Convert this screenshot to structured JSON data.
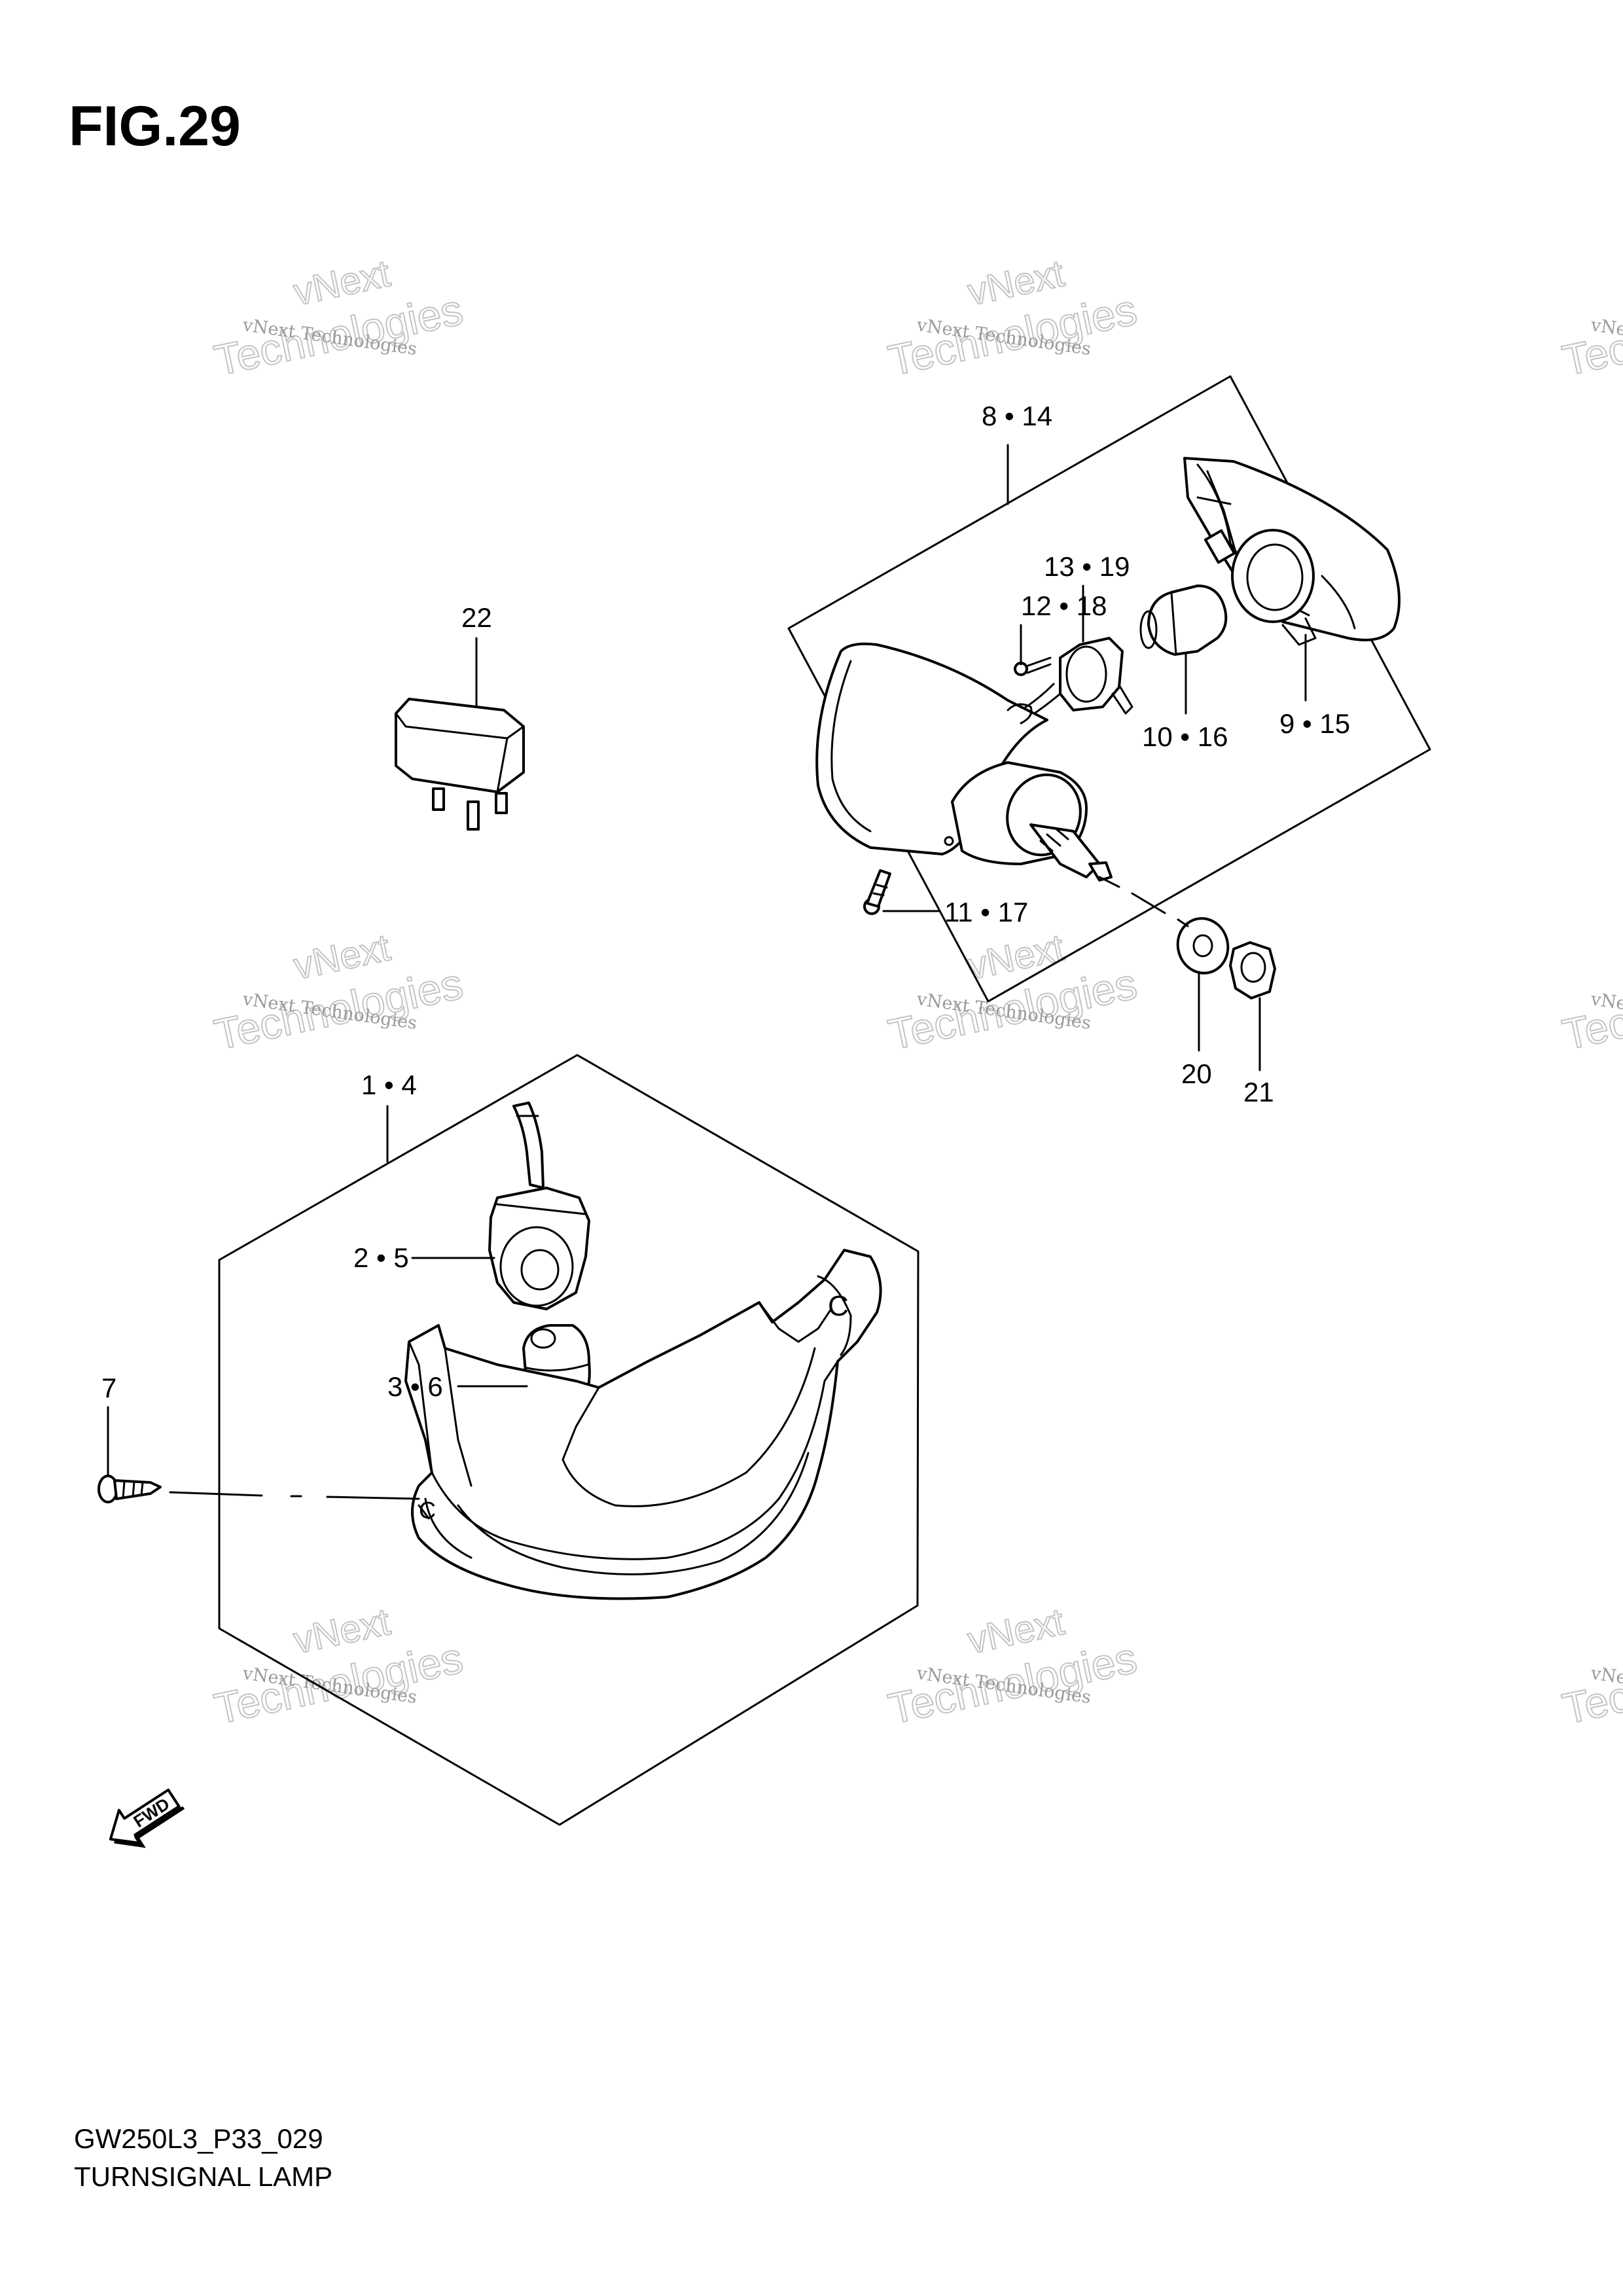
{
  "figure": {
    "title": "FIG.29"
  },
  "footer": {
    "code": "GW250L3_P33_029",
    "name": "TURNSIGNAL LAMP"
  },
  "watermark": {
    "line1": "vNext Technologies",
    "line2": "vNext",
    "line3": "Technologies"
  },
  "direction": {
    "fwd": "FWD"
  },
  "callouts": {
    "c1_4": "1 • 4",
    "c2_5": "2 • 5",
    "c3_6": "3 • 6",
    "c7": "7",
    "c8_14": "8 • 14",
    "c9_15": "9 • 15",
    "c10_16": "10 • 16",
    "c11_17": "11 • 17",
    "c12_18": "12 • 18",
    "c13_19": "13 • 19",
    "c20": "20",
    "c21": "21",
    "c22": "22"
  }
}
